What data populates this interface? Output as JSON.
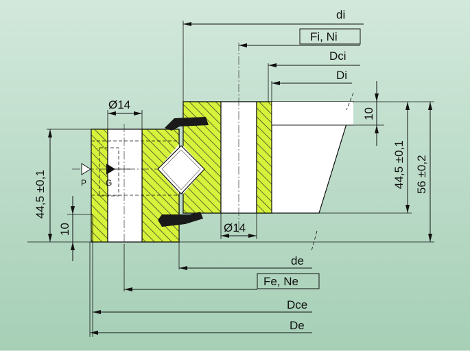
{
  "labels": {
    "di": "di",
    "fi_ni": "Fi, Ni",
    "dci": "Dci",
    "Di": "Di",
    "de": "de",
    "fe_ne": "Fe, Ne",
    "dce": "Dce",
    "De": "De",
    "phi14_top": "Ø14",
    "phi14_bottom": "Ø14",
    "h44_left": "44,5 ±0,1",
    "h44_right": "44,5 ±0,1",
    "h56": "56 ±0,2",
    "ten_left": "10",
    "ten_right": "10",
    "P": "P",
    "G": "G"
  },
  "colors": {
    "background_top": "#cfe6d9",
    "background_bottom": "#a9d0b9",
    "hatch_fill": "#d6f23a",
    "section_white": "#ffffff",
    "seal": "#1a1a1a"
  }
}
